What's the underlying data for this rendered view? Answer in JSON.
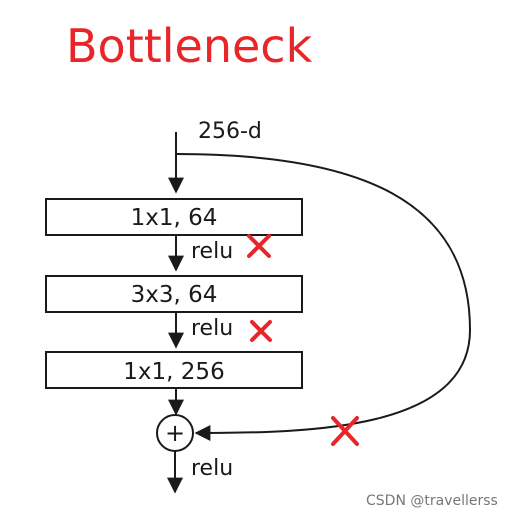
{
  "title": "Bottleneck",
  "input_label": "256-d",
  "layers": [
    {
      "label": "1x1, 64"
    },
    {
      "label": "3x3, 64"
    },
    {
      "label": "1x1, 256"
    }
  ],
  "activations": [
    "relu",
    "relu",
    "relu"
  ],
  "add_symbol": "+",
  "watermark": "CSDN @travellerss",
  "colors": {
    "title": "#e8262a",
    "cross": "#e8262a",
    "stroke": "#1a1a1a",
    "watermark": "#777777"
  },
  "icons": [
    "cross-mark-icon",
    "plus-circle-icon",
    "arrow-down-icon"
  ]
}
